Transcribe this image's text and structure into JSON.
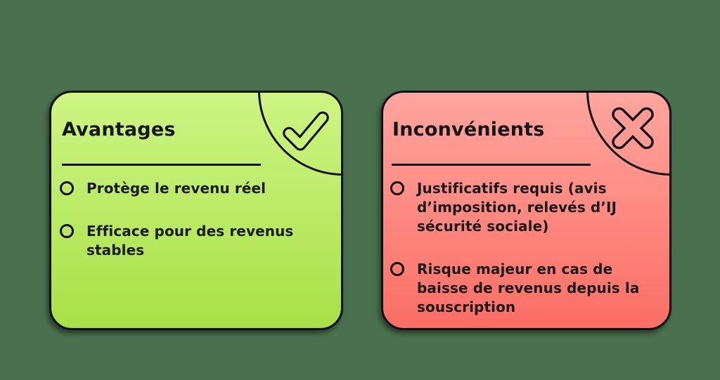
{
  "page": {
    "background_color": "#49714f"
  },
  "cards": [
    {
      "id": "advantages",
      "title": "Avantages",
      "icon": "check-icon",
      "colors": {
        "gradient_top": "#cdf584",
        "gradient_bottom": "#a9e047",
        "border": "#101010",
        "icon_fill": "#c9f37d"
      },
      "items": [
        "Protège le revenu réel",
        "Efficace pour des revenus\nstables"
      ]
    },
    {
      "id": "disadvantages",
      "title": "Inconvénients",
      "icon": "cross-icon",
      "colors": {
        "gradient_top": "#ffa59f",
        "gradient_bottom": "#fb6e64",
        "border": "#101010",
        "icon_fill": "#fe9a94"
      },
      "items": [
        "Justificatifs requis (avis\nd’imposition, relevés d’IJ\nsécurité sociale)",
        "Risque majeur en cas de\nbaisse de revenus depuis la\nsouscription"
      ]
    }
  ]
}
